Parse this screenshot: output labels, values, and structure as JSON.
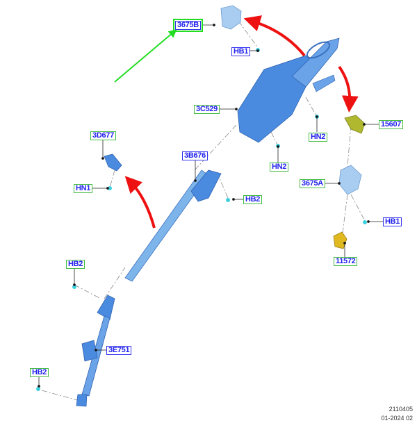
{
  "diagram": {
    "callouts": {
      "c3675B": "3675B",
      "hb1_top": "HB1",
      "c3C529": "3C529",
      "hn2_a": "HN2",
      "hn2_b": "HN2",
      "c15607": "15607",
      "c3D677": "3D677",
      "c3B676": "3B676",
      "hn1": "HN1",
      "hb2_a": "HB2",
      "c3675A": "3675A",
      "hb1_right": "HB1",
      "c11572": "11572",
      "hb2_b": "HB2",
      "c3E751": "3E751",
      "hb2_c": "HB2"
    },
    "footer": {
      "illustration_id": "2110405",
      "date_code": "01-2024 02"
    },
    "colors": {
      "part_blue": "#4a8be0",
      "part_light_blue": "#a8cdf0",
      "fastener_cyan": "#3cd0e0",
      "part_yellow": "#e0b820",
      "part_olive": "#b0b830",
      "arrow_red": "#ee1111",
      "highlight_green": "#22dd22"
    }
  }
}
